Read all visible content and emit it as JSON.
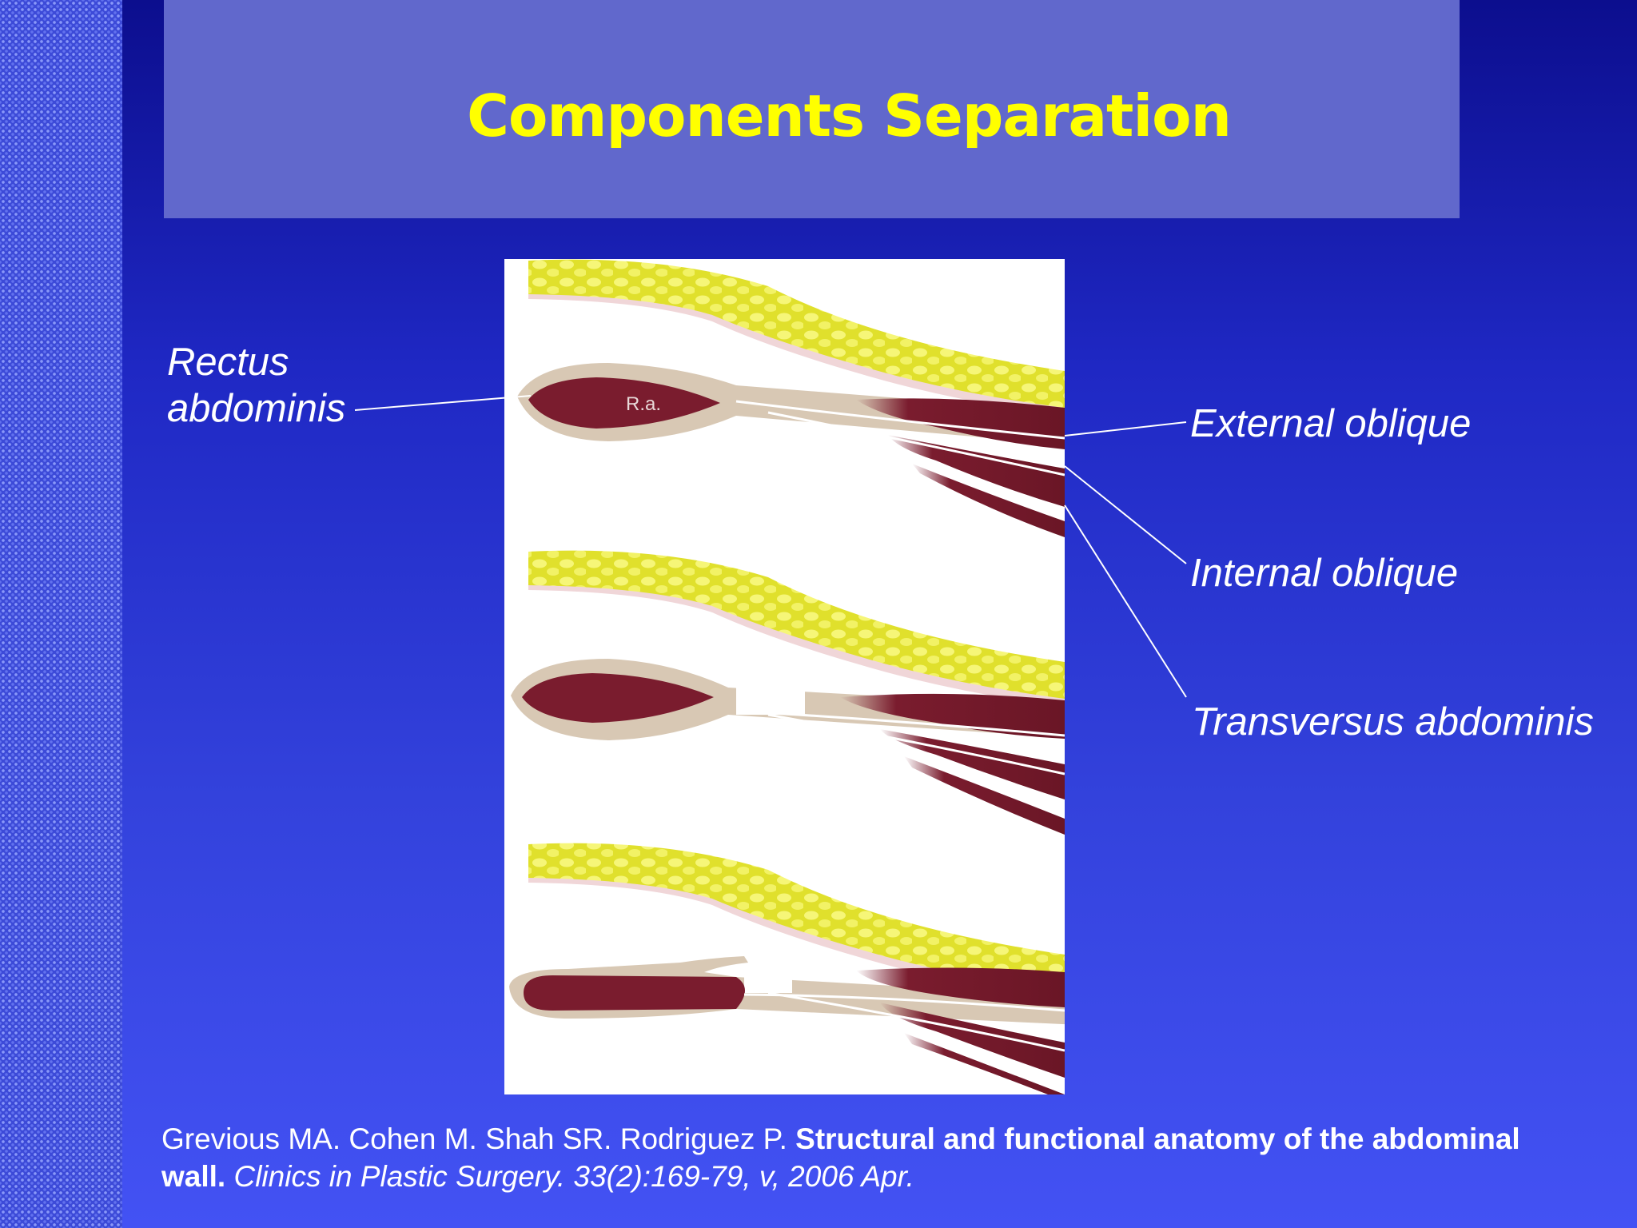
{
  "slide": {
    "title": "Components Separation"
  },
  "figure": {
    "rectus_mark": "R.a."
  },
  "labels": {
    "rectus_line1": "Rectus",
    "rectus_line2": "abdominis",
    "external_oblique": "External oblique",
    "internal_oblique": "Internal oblique",
    "transversus_abdominis": "Transversus abdominis"
  },
  "citation": {
    "authors": "Grevious MA. Cohen M. Shah SR. Rodriguez P. ",
    "article_title": "Structural and functional anatomy of the abdominal wall.",
    "journal": " Clinics in Plastic Surgery. 33(2):169-79, v, 2006 Apr."
  },
  "colors": {
    "background_top": "#0c0e8e",
    "background_bottom": "#4352f4",
    "title_band": "#6168cc",
    "title_text": "#ffff00",
    "label_text": "#ffffff",
    "fat_layer": "#e2e236",
    "muscle": "#7a1c2e",
    "fascia": "#d8c8b4"
  }
}
